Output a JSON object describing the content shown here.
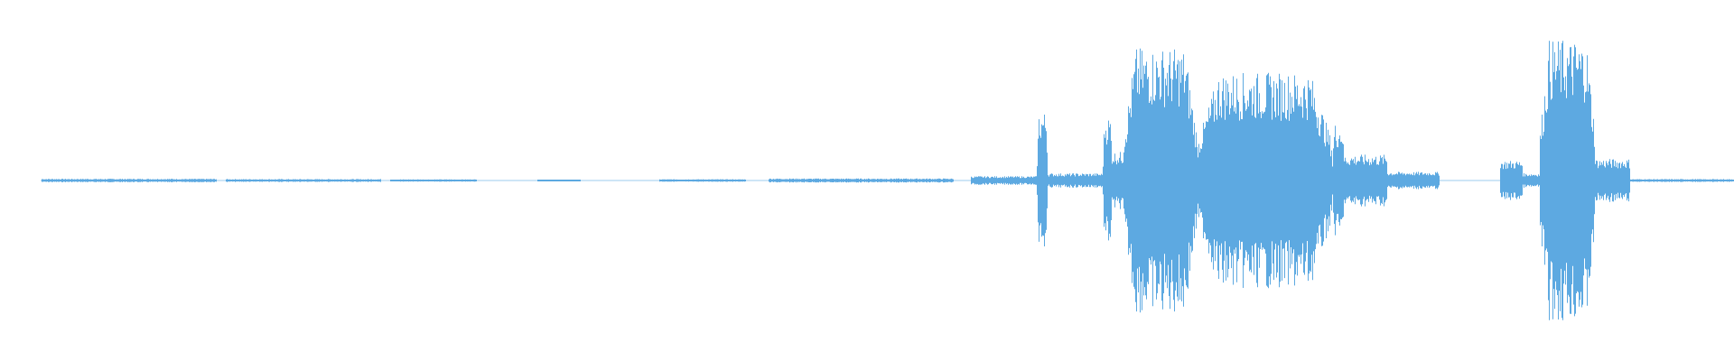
{
  "waveform": {
    "color": "#5DA9E1",
    "background": "#FFFFFF",
    "segments": [
      {
        "start": 0.024,
        "end": 0.125,
        "amp": 0.012
      },
      {
        "start": 0.13,
        "end": 0.22,
        "amp": 0.01
      },
      {
        "start": 0.225,
        "end": 0.275,
        "amp": 0.008
      },
      {
        "start": 0.31,
        "end": 0.335,
        "amp": 0.006
      },
      {
        "start": 0.38,
        "end": 0.43,
        "amp": 0.009
      },
      {
        "start": 0.443,
        "end": 0.55,
        "amp": 0.014
      },
      {
        "start": 0.56,
        "end": 0.598,
        "amp": 0.03
      },
      {
        "start": 0.598,
        "end": 0.604,
        "amp": 0.48
      },
      {
        "start": 0.604,
        "end": 0.636,
        "amp": 0.05
      },
      {
        "start": 0.636,
        "end": 0.641,
        "amp": 0.45
      },
      {
        "start": 0.641,
        "end": 0.648,
        "amp": 0.2
      },
      {
        "start": 0.648,
        "end": 0.69,
        "amp": 0.92
      },
      {
        "start": 0.69,
        "end": 0.768,
        "amp": 0.75
      },
      {
        "start": 0.768,
        "end": 0.775,
        "amp": 0.4
      },
      {
        "start": 0.775,
        "end": 0.8,
        "amp": 0.18
      },
      {
        "start": 0.8,
        "end": 0.83,
        "amp": 0.06
      },
      {
        "start": 0.865,
        "end": 0.878,
        "amp": 0.14
      },
      {
        "start": 0.878,
        "end": 0.888,
        "amp": 0.05
      },
      {
        "start": 0.888,
        "end": 0.92,
        "amp": 0.98
      },
      {
        "start": 0.92,
        "end": 0.94,
        "amp": 0.15
      },
      {
        "start": 0.94,
        "end": 1.0,
        "amp": 0.01
      }
    ]
  }
}
